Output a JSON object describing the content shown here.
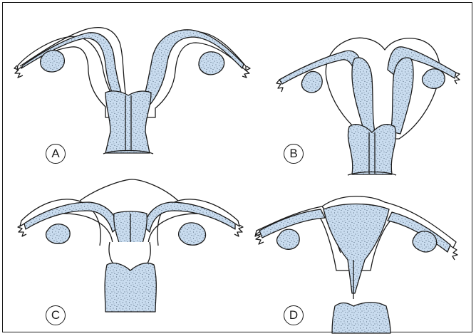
{
  "figure": {
    "panels": [
      {
        "id": "A",
        "label": "A"
      },
      {
        "id": "B",
        "label": "B"
      },
      {
        "id": "C",
        "label": "C"
      },
      {
        "id": "D",
        "label": "D"
      }
    ]
  },
  "colors": {
    "fill": "#c9dcef",
    "stroke": "#1a1a1a",
    "stipple": "#2b3f55"
  }
}
